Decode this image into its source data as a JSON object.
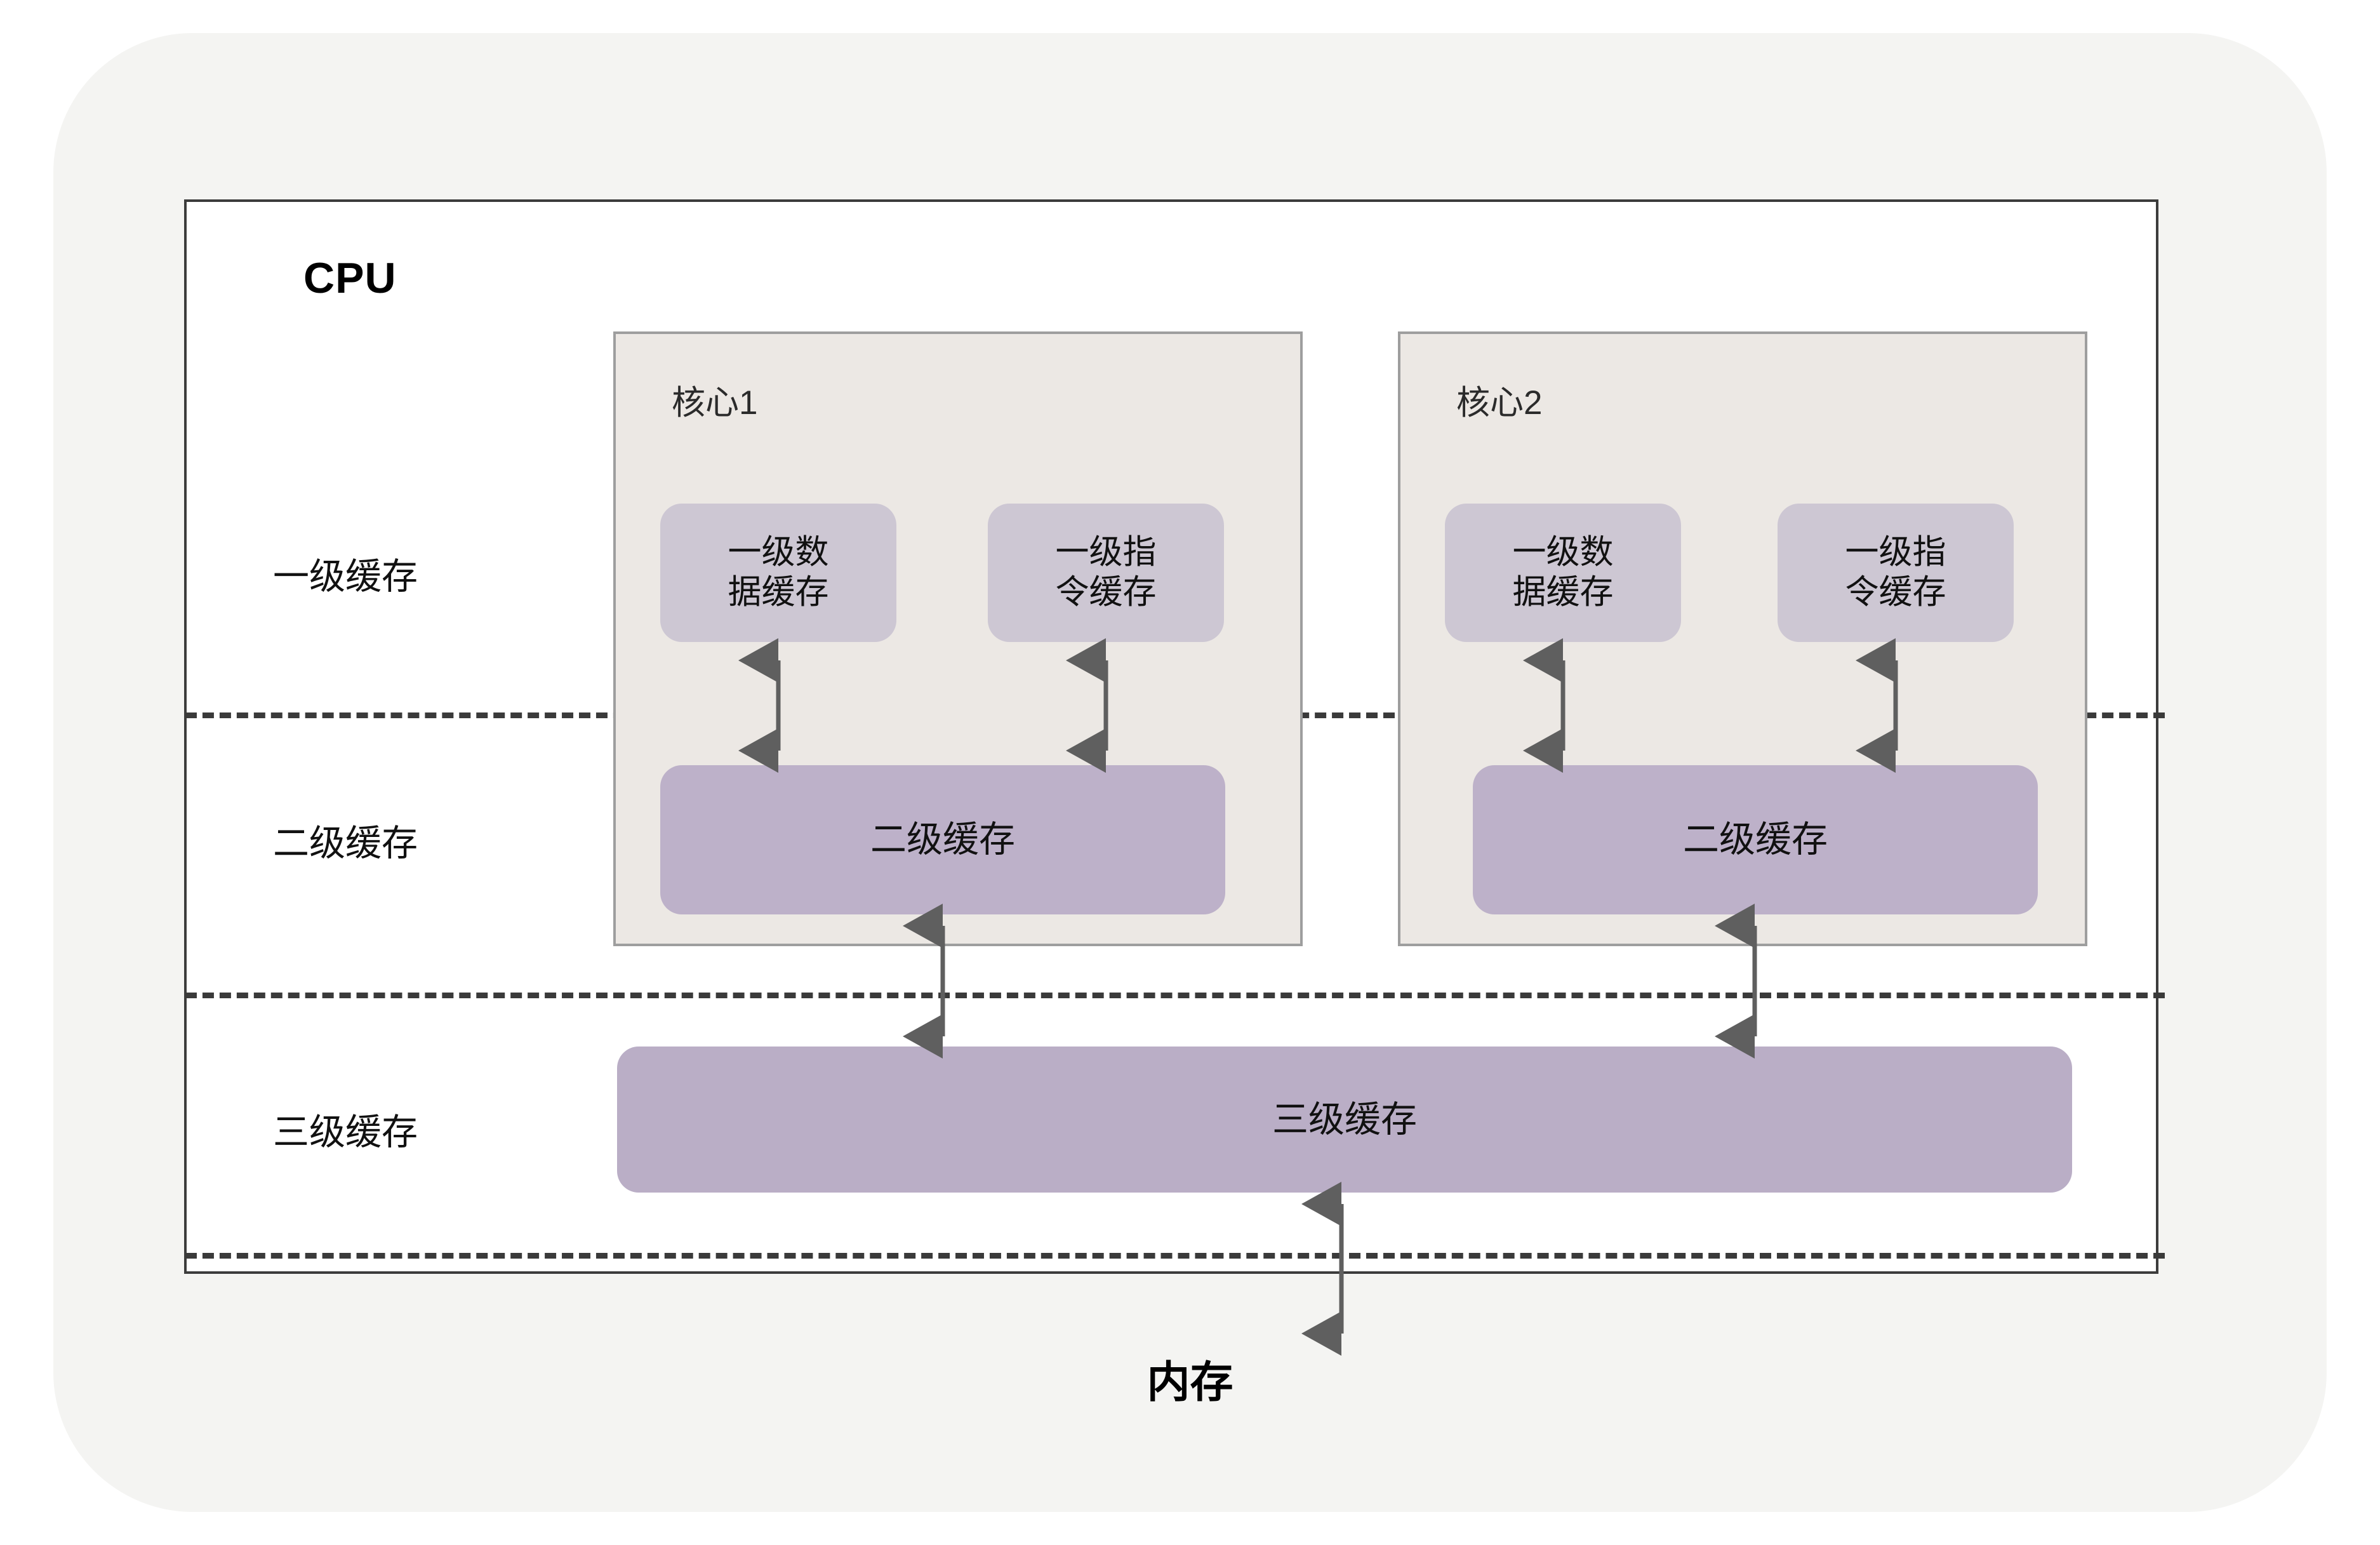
{
  "diagram": {
    "title_label": "CPU",
    "memory_label": "内存",
    "tier_labels": [
      {
        "id": "l1",
        "label": "一级缓存"
      },
      {
        "id": "l2",
        "label": "二级缓存"
      },
      {
        "id": "l3",
        "label": "三级缓存"
      }
    ],
    "cores": [
      {
        "title": "核心1",
        "l1_data_label": "一级数\n据缓存",
        "l1_instruction_label": "一级指\n令缓存",
        "l2_label": "二级缓存"
      },
      {
        "title": "核心2",
        "l1_data_label": "一级数\n据缓存",
        "l1_instruction_label": "一级指\n令缓存",
        "l2_label": "二级缓存"
      }
    ],
    "l3_label": "三级缓存",
    "colors": {
      "canvas_background": "#f4f4f2",
      "cpu_fill": "#ffffff",
      "cpu_border": "#3c3c3c",
      "core_fill": "#ece8e4",
      "core_border": "#9e9e9e",
      "l1_fill": "#cdc7d3",
      "l2_fill": "#bdb1c9",
      "l3_fill": "#baaec6",
      "arrow": "#5f5f5f",
      "divider": "#3a3a3a",
      "text": "#111111"
    },
    "arrows": [
      {
        "name": "l1-data-core1-to-l2-core1",
        "style": "double-headed-vertical"
      },
      {
        "name": "l1-inst-core1-to-l2-core1",
        "style": "double-headed-vertical"
      },
      {
        "name": "l1-data-core2-to-l2-core2",
        "style": "double-headed-vertical"
      },
      {
        "name": "l1-inst-core2-to-l2-core2",
        "style": "double-headed-vertical"
      },
      {
        "name": "l2-core1-to-l3",
        "style": "double-headed-vertical"
      },
      {
        "name": "l2-core2-to-l3",
        "style": "double-headed-vertical"
      },
      {
        "name": "l3-to-memory",
        "style": "double-headed-vertical"
      }
    ]
  }
}
